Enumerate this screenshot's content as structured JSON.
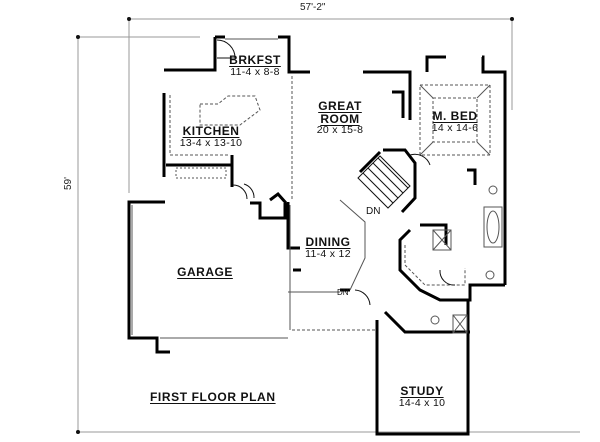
{
  "plan": {
    "title": "FIRST FLOOR PLAN",
    "overall_width": "57'-2\"",
    "overall_depth": "59'",
    "stair_label": "DN",
    "stair_label_2": "DN",
    "rooms": [
      {
        "id": "brkfst",
        "name": "BRKFST",
        "dims": "11-4 x 8-8"
      },
      {
        "id": "kitchen",
        "name": "KITCHEN",
        "dims": "13-4 x 13-10"
      },
      {
        "id": "great-room",
        "name": "GREAT ROOM",
        "name_line1": "GREAT",
        "name_line2": "ROOM",
        "dims": "20 x 15-8"
      },
      {
        "id": "master-bed",
        "name": "M. BED",
        "dims": "14 x 14-6"
      },
      {
        "id": "dining",
        "name": "DINING",
        "dims": "11-4 x 12"
      },
      {
        "id": "garage",
        "name": "GARAGE",
        "dims": ""
      },
      {
        "id": "study",
        "name": "STUDY",
        "dims": "14-4 x 10"
      }
    ]
  },
  "colors": {
    "wall": "#000000",
    "dim_line": "#999999",
    "fixture": "#444444",
    "background": "#ffffff"
  }
}
